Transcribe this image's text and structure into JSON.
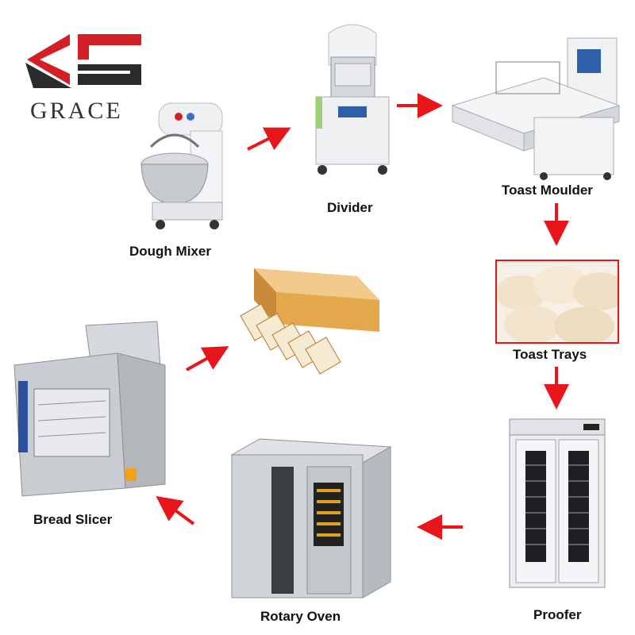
{
  "brand": {
    "name": "GRACE"
  },
  "colors": {
    "arrow": "#e8161b",
    "brand_red": "#d31f26",
    "brand_dark": "#2b2b2b",
    "steel": "#c9ccd0",
    "steel_dark": "#8c9096"
  },
  "steps": {
    "dough_mixer": "Dough Mixer",
    "divider": "Divider",
    "toast_moulder": "Toast Moulder",
    "toast_trays": "Toast Trays",
    "proofer": "Proofer",
    "rotary_oven": "Rotary Oven",
    "bread_slicer": "Bread Slicer"
  }
}
